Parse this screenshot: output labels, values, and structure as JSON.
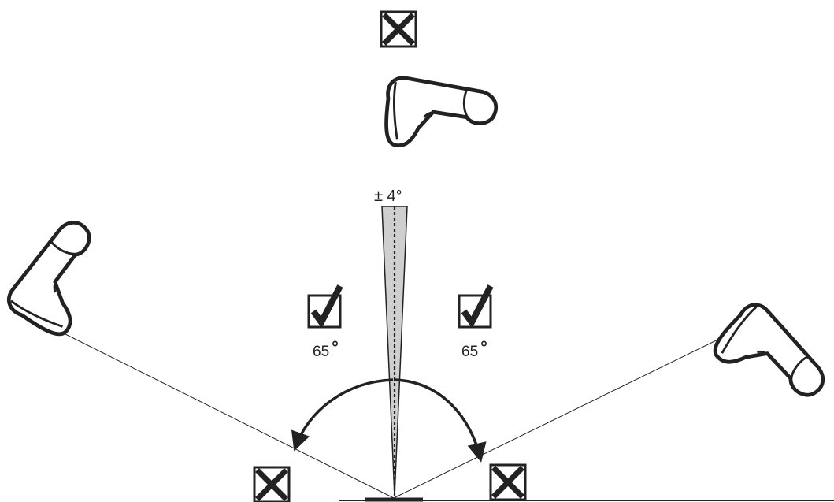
{
  "diagram": {
    "tolerance_label": "± 4°",
    "left_angle": {
      "value": "65",
      "unit_symbol": "°"
    },
    "right_angle": {
      "value": "65",
      "unit_symbol": "°"
    },
    "icons": {
      "top_marker": "x-box-icon",
      "left_ok_marker": "check-box-icon",
      "right_ok_marker": "check-box-icon",
      "bottom_left_marker": "x-box-icon",
      "bottom_right_marker": "x-box-icon",
      "scanner": "barcode-scanner-icon"
    },
    "colors": {
      "ink": "#222222",
      "tolerance_fill": "#cfcfcf"
    }
  }
}
